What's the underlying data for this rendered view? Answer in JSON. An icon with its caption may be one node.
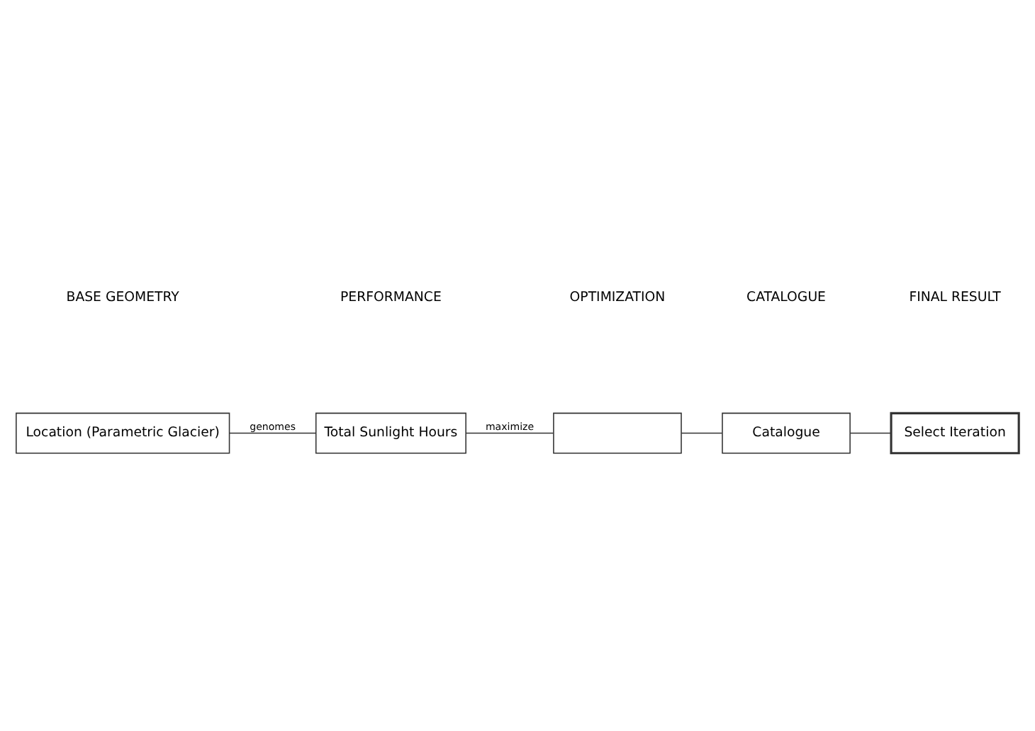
{
  "diagram": {
    "nodes": [
      {
        "text": [
          "Location (Parametric Glacier)"
        ]
      },
      {
        "text": [
          "Total Sunlight Hours"
        ]
      },
      {
        "text": [],
        "shape": "box"
      },
      {
        "text": [
          "Catalogue"
        ]
      },
      {
        "text": [
          "Select Iteration"
        ]
      }
    ],
    "edges": [
      {
        "from": 0,
        "to": 1,
        "arrow": "none",
        "label": "genomes"
      },
      {
        "from": 1,
        "to": 2,
        "arrow": "none",
        "label": "maximize"
      },
      {
        "from": 2,
        "to": 3,
        "arrow": "none"
      },
      {
        "from": 3,
        "to": 4,
        "arrow": "none"
      }
    ],
    "labels": [
      "BASE GEOMETRY",
      "PERFORMANCE",
      "OPTIMIZATION",
      "CATALOGUE",
      "FINAL RESULT"
    ]
  }
}
